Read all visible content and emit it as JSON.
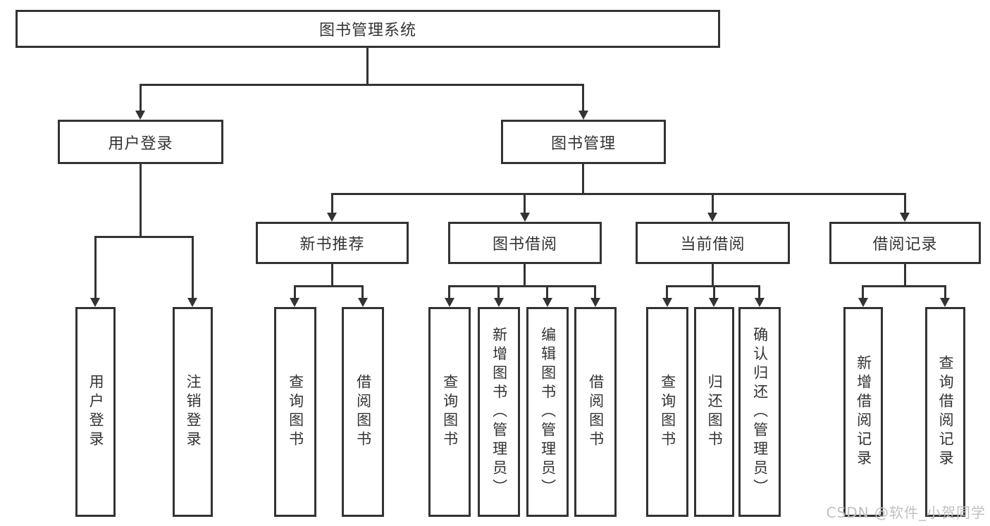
{
  "diagram": {
    "root": {
      "label": "图书管理系统"
    },
    "level2": [
      {
        "id": "user-login",
        "label": "用户登录"
      },
      {
        "id": "book-management",
        "label": "图书管理"
      }
    ],
    "level3": [
      {
        "id": "new-book-recommend",
        "label": "新书推荐"
      },
      {
        "id": "book-borrow",
        "label": "图书借阅"
      },
      {
        "id": "current-borrow",
        "label": "当前借阅"
      },
      {
        "id": "borrow-records",
        "label": "借阅记录"
      }
    ],
    "leaves": {
      "user_login": [
        "用户登录",
        "注销登录"
      ],
      "new_book_recommend": [
        "查询图书",
        "借阅图书"
      ],
      "book_borrow": [
        "查询图书",
        "新增图书（管理员）",
        "编辑图书（管理员）",
        "借阅图书"
      ],
      "current_borrow": [
        "查询图书",
        "归还图书",
        "确认归还（管理员）"
      ],
      "borrow_records": [
        "新增借阅记录",
        "查询借阅记录"
      ]
    },
    "colors": {
      "line": "#333333",
      "text": "#333333",
      "background": "#ffffff",
      "watermark": "#c0c0c0"
    }
  },
  "watermark": {
    "text": "CSDN @软件_小贺同学"
  }
}
